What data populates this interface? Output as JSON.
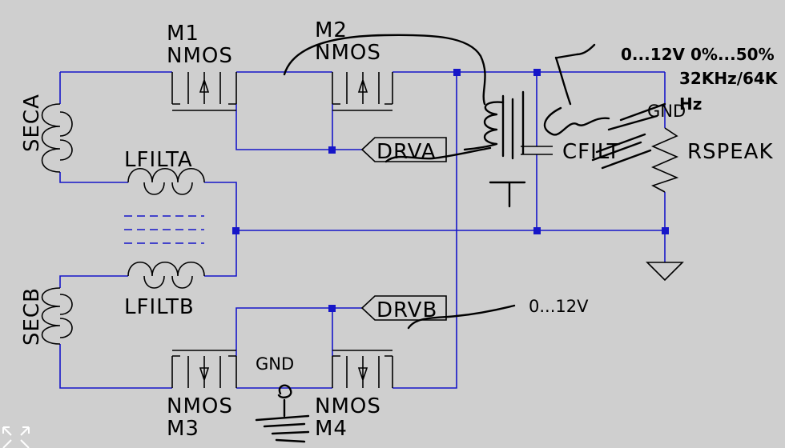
{
  "components": {
    "m1": {
      "designator": "M1",
      "type": "NMOS"
    },
    "m2": {
      "designator": "M2",
      "type": "NMOS"
    },
    "m3": {
      "designator": "M3",
      "type": "NMOS"
    },
    "m4": {
      "designator": "M4",
      "type": "NMOS"
    },
    "seca": "SECA",
    "secb": "SECB",
    "lfilta": "LFILTA",
    "lfiltb": "LFILTB",
    "drva": "DRVA",
    "drvb": "DRVB",
    "cfilt": "CFILT",
    "rspeak": "RSPEAK"
  },
  "labels": {
    "gnd_speaker": "GND",
    "gnd_bottom": "GND"
  },
  "annotations": {
    "supply_line1": "0...12V 0%...50%",
    "supply_line2": "32KHz/64K",
    "supply_line3": "Hz",
    "drvb_supply": "0...12V"
  },
  "colors": {
    "wire": "#1616c8",
    "background": "#cfcfcf",
    "ink": "#000000"
  }
}
